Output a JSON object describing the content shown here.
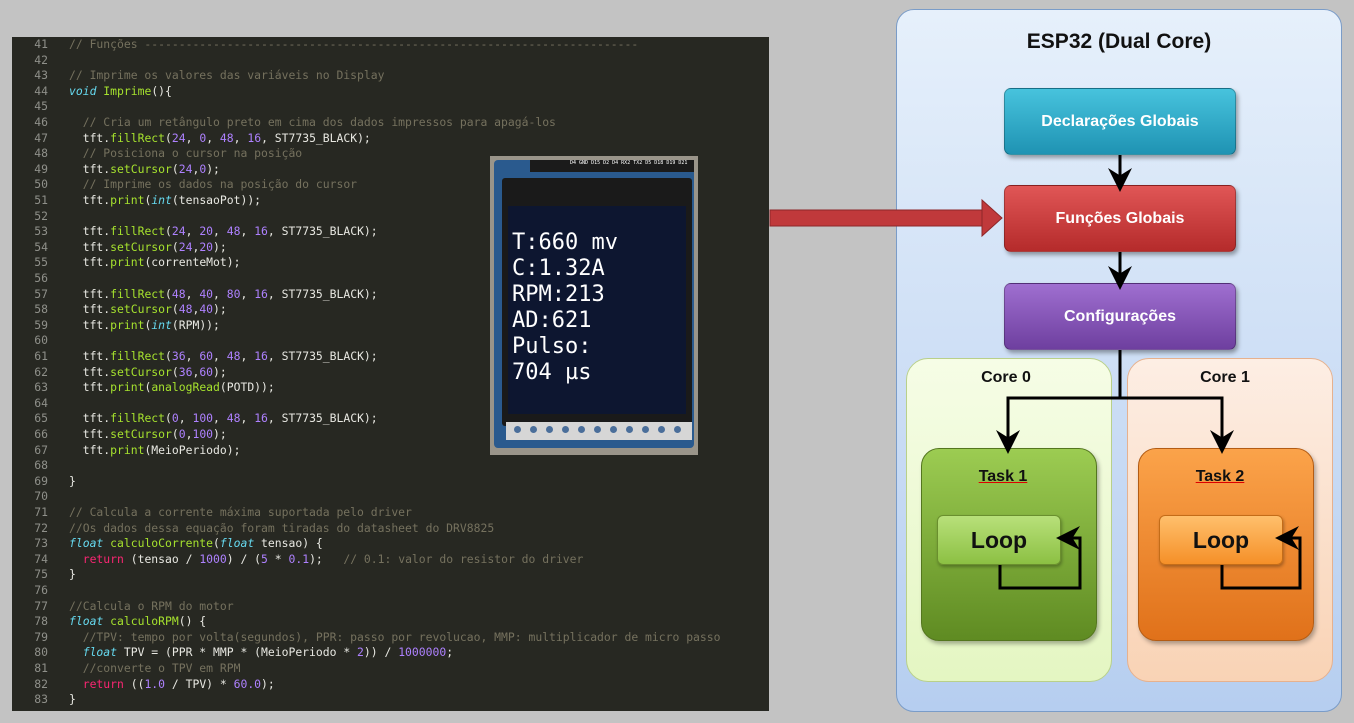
{
  "code": {
    "lines": [
      {
        "n": "41",
        "h": "<span class=\"c\">// Funções ------------------------------------------------------------------------</span>"
      },
      {
        "n": "42",
        "h": ""
      },
      {
        "n": "43",
        "h": "<span class=\"c\">// Imprime os valores das variáveis no Display</span>"
      },
      {
        "n": "44",
        "h": "<span class=\"t\">void</span> <span class=\"f\">Imprime</span>(){"
      },
      {
        "n": "45",
        "h": ""
      },
      {
        "n": "46",
        "h": "  <span class=\"c\">// Cria um retângulo preto em cima dos dados impressos para apagá-los</span>"
      },
      {
        "n": "47",
        "h": "  tft.<span class=\"f\">fillRect</span>(<span class=\"n\">24</span>, <span class=\"n\">0</span>, <span class=\"n\">48</span>, <span class=\"n\">16</span>, ST7735_BLACK);"
      },
      {
        "n": "48",
        "h": "  <span class=\"c\">// Posiciona o cursor na posição</span>"
      },
      {
        "n": "49",
        "h": "  tft.<span class=\"f\">setCursor</span>(<span class=\"n\">24</span>,<span class=\"n\">0</span>);"
      },
      {
        "n": "50",
        "h": "  <span class=\"c\">// Imprime os dados na posição do cursor</span>"
      },
      {
        "n": "51",
        "h": "  tft.<span class=\"f\">print</span>(<span class=\"t\">int</span>(tensaoPot));"
      },
      {
        "n": "52",
        "h": ""
      },
      {
        "n": "53",
        "h": "  tft.<span class=\"f\">fillRect</span>(<span class=\"n\">24</span>, <span class=\"n\">20</span>, <span class=\"n\">48</span>, <span class=\"n\">16</span>, ST7735_BLACK);"
      },
      {
        "n": "54",
        "h": "  tft.<span class=\"f\">setCursor</span>(<span class=\"n\">24</span>,<span class=\"n\">20</span>);"
      },
      {
        "n": "55",
        "h": "  tft.<span class=\"f\">print</span>(correnteMot);"
      },
      {
        "n": "56",
        "h": ""
      },
      {
        "n": "57",
        "h": "  tft.<span class=\"f\">fillRect</span>(<span class=\"n\">48</span>, <span class=\"n\">40</span>, <span class=\"n\">80</span>, <span class=\"n\">16</span>, ST7735_BLACK);"
      },
      {
        "n": "58",
        "h": "  tft.<span class=\"f\">setCursor</span>(<span class=\"n\">48</span>,<span class=\"n\">40</span>);"
      },
      {
        "n": "59",
        "h": "  tft.<span class=\"f\">print</span>(<span class=\"t\">int</span>(RPM));"
      },
      {
        "n": "60",
        "h": ""
      },
      {
        "n": "61",
        "h": "  tft.<span class=\"f\">fillRect</span>(<span class=\"n\">36</span>, <span class=\"n\">60</span>, <span class=\"n\">48</span>, <span class=\"n\">16</span>, ST7735_BLACK);"
      },
      {
        "n": "62",
        "h": "  tft.<span class=\"f\">setCursor</span>(<span class=\"n\">36</span>,<span class=\"n\">60</span>);"
      },
      {
        "n": "63",
        "h": "  tft.<span class=\"f\">print</span>(<span class=\"f\">analogRead</span>(POTD));"
      },
      {
        "n": "64",
        "h": ""
      },
      {
        "n": "65",
        "h": "  tft.<span class=\"f\">fillRect</span>(<span class=\"n\">0</span>, <span class=\"n\">100</span>, <span class=\"n\">48</span>, <span class=\"n\">16</span>, ST7735_BLACK);"
      },
      {
        "n": "66",
        "h": "  tft.<span class=\"f\">setCursor</span>(<span class=\"n\">0</span>,<span class=\"n\">100</span>);"
      },
      {
        "n": "67",
        "h": "  tft.<span class=\"f\">print</span>(MeioPeriodo);"
      },
      {
        "n": "68",
        "h": ""
      },
      {
        "n": "69",
        "h": "}"
      },
      {
        "n": "70",
        "h": ""
      },
      {
        "n": "71",
        "h": "<span class=\"c\">// Calcula a corrente máxima suportada pelo driver</span>"
      },
      {
        "n": "72",
        "h": "<span class=\"c\">//Os dados dessa equação foram tiradas do datasheet do DRV8825</span>"
      },
      {
        "n": "73",
        "h": "<span class=\"t\">float</span> <span class=\"f\">calculoCorrente</span>(<span class=\"t\">float</span> tensao) {"
      },
      {
        "n": "74",
        "h": "  <span class=\"k\">return</span> (tensao / <span class=\"n\">1000</span>) / (<span class=\"n\">5</span> * <span class=\"n\">0.1</span>);   <span class=\"c\">// 0.1: valor do resistor do driver</span>"
      },
      {
        "n": "75",
        "h": "}"
      },
      {
        "n": "76",
        "h": ""
      },
      {
        "n": "77",
        "h": "<span class=\"c\">//Calcula o RPM do motor</span>"
      },
      {
        "n": "78",
        "h": "<span class=\"t\">float</span> <span class=\"f\">calculoRPM</span>() {"
      },
      {
        "n": "79",
        "h": "  <span class=\"c\">//TPV: tempo por volta(segundos), PPR: passo por revolucao, MMP: multiplicador de micro passo</span>"
      },
      {
        "n": "80",
        "h": "  <span class=\"t\">float</span> TPV = (PPR * MMP * (MeioPeriodo * <span class=\"n\">2</span>)) / <span class=\"n\">1000000</span>;"
      },
      {
        "n": "81",
        "h": "  <span class=\"c\">//converte o TPV em RPM</span>"
      },
      {
        "n": "82",
        "h": "  <span class=\"k\">return</span> ((<span class=\"n\">1.0</span> / TPV) * <span class=\"n\">60.0</span>);"
      },
      {
        "n": "83",
        "h": "}"
      }
    ]
  },
  "display_photo": {
    "pin_header": "D4 GND D15 D2 D4 RX2 TX2 D5 D18 D19 D21",
    "lines": [
      "T:660 mv",
      "C:1.32A",
      "RPM:213",
      "AD:621",
      "Pulso:",
      "704 µs"
    ]
  },
  "diagram": {
    "title": "ESP32 (Dual Core)",
    "blocks": {
      "declaracoes": "Declarações Globais",
      "funcoes": "Funções Globais",
      "configuracoes": "Configurações"
    },
    "cores": [
      {
        "label": "Core 0",
        "task": "Task 1",
        "loop": "Loop",
        "color": "#7aa83a"
      },
      {
        "label": "Core 1",
        "task": "Task 2",
        "loop": "Loop",
        "color": "#f08a2e"
      }
    ],
    "colors": {
      "declaracoes": "#2aa6c6",
      "funcoes": "#c83838",
      "configuracoes": "#8452b6",
      "pointer_arrow": "#c0393b"
    }
  }
}
